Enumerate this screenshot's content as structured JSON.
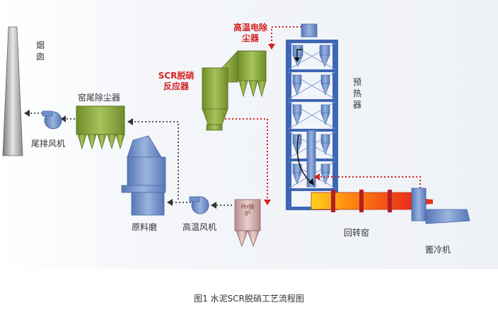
{
  "diagram": {
    "labels": {
      "chimney": "烟囱",
      "tail_fan": "尾排风机",
      "kiln_tail_dust_collector": "窑尾除尘器",
      "raw_mill": "原料磨",
      "high_temp_fan": "高温风机",
      "ph_boiler": "PH锅炉",
      "scr_reactor": "SCR脱硝反应器",
      "high_temp_precipitator": "高温电除尘器",
      "preheater": "预热器",
      "rotary_kiln": "回转窑",
      "grate_cooler": "篦冷机"
    },
    "caption": "图1  水泥SCR脱硝工艺流程图"
  },
  "colors": {
    "flow_red": "#d42020",
    "flow_gray": "#555555",
    "equipment_green": "#8aa83c",
    "equipment_blue": "#6f91c8",
    "preheater_frame": "#3e66b5",
    "kiln_hot": "#e8301c"
  }
}
